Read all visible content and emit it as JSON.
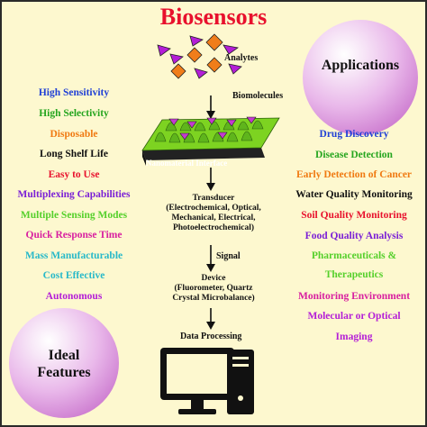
{
  "title": "Biosensors",
  "colors": {
    "title": "#e8112d",
    "background": "#fdf8cf",
    "sphere": "#d48ad6",
    "analyte_diamond": "#f07d1a",
    "analyte_triangle": "#b41ed7",
    "chip_top": "#7dd321",
    "chip_side": "#222222",
    "biomolecule": "#c43bd0"
  },
  "labels": {
    "analytes": "Analytes",
    "biomolecules": "Biomolecules",
    "nanomaterial": "Nanomaterial Interface",
    "signal": "Signal",
    "data_processing": "Data Processing"
  },
  "transducer": {
    "lines": [
      "Transducer",
      "(Electrochemical, Optical,",
      "Mechanical, Electrical,",
      "Photoelectrochemical)"
    ]
  },
  "device": {
    "lines": [
      "Device",
      "(Fluorometer, Quartz",
      "Crystal Microbalance)"
    ]
  },
  "applications_title": "Applications",
  "ideal_features_title": [
    "Ideal",
    "Features"
  ],
  "ideal_features": [
    {
      "text": "High Sensitivity",
      "color": "#1f3fd6"
    },
    {
      "text": "High Selectivity",
      "color": "#25a51f"
    },
    {
      "text": "Disposable",
      "color": "#f07a12"
    },
    {
      "text": "Long Shelf Life",
      "color": "#111111"
    },
    {
      "text": "Easy to Use",
      "color": "#e8112d"
    },
    {
      "text": "Multiplexing Capabilities",
      "color": "#7a1fd6"
    },
    {
      "text": "Multiple Sensing Modes",
      "color": "#55d02b"
    },
    {
      "text": "Quick Response Time",
      "color": "#d81fa0"
    },
    {
      "text": "Mass Manufacturable",
      "color": "#27b9c9"
    },
    {
      "text": "Cost Effective",
      "color": "#27b9c9"
    },
    {
      "text": "Autonomous",
      "color": "#b41ed7"
    }
  ],
  "applications": [
    {
      "text": "Drug Discovery",
      "color": "#1f3fd6"
    },
    {
      "text": "Disease Detection",
      "color": "#25a51f"
    },
    {
      "text": "Early Detection of Cancer",
      "color": "#f07a12"
    },
    {
      "text": "Water Quality Monitoring",
      "color": "#111111"
    },
    {
      "text": "Soil Quality Monitoring",
      "color": "#e8112d"
    },
    {
      "text": "Food Quality Analysis",
      "color": "#7a1fd6"
    },
    {
      "text": "Pharmaceuticals &",
      "color": "#55d02b"
    },
    {
      "text": "Therapeutics",
      "color": "#55d02b"
    },
    {
      "text": "Monitoring Environment",
      "color": "#d81fa0"
    },
    {
      "text": "Molecular or Optical",
      "color": "#b41ed7"
    },
    {
      "text": "Imaging",
      "color": "#b41ed7"
    }
  ]
}
